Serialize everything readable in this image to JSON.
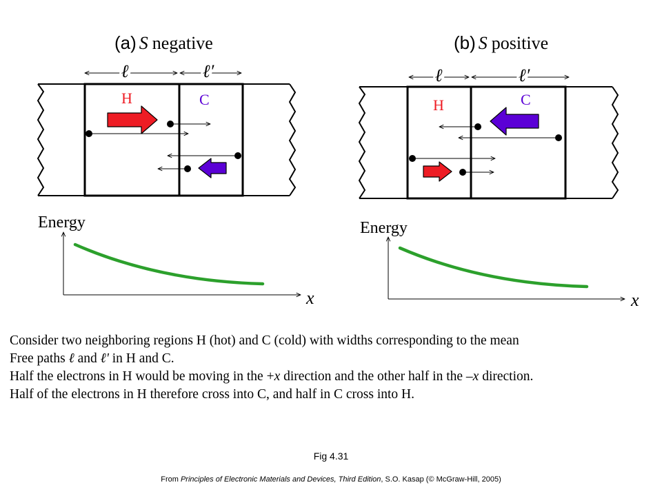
{
  "panels": [
    {
      "letter": "(a)",
      "symbol": "S",
      "word": "negative",
      "width_labels": [
        "ℓ",
        "ℓ′"
      ],
      "hot_label": "H",
      "cold_label": "C",
      "energy_label": "Energy",
      "x_label": "x"
    },
    {
      "letter": "(b)",
      "symbol": "S",
      "word": "positive",
      "width_labels": [
        "ℓ",
        "ℓ′"
      ],
      "hot_label": "H",
      "cold_label": "C",
      "energy_label": "Energy",
      "x_label": "x"
    }
  ],
  "colors": {
    "hot": "#ee1c24",
    "cold": "#5b00d6",
    "energy_curve": "#2ca02c",
    "line": "#000000"
  },
  "caption": {
    "line1": "Consider two neighboring regions H (hot) and C (cold) with widths corresponding to the mean",
    "line2_a": "Free paths ",
    "line2_l": "ℓ",
    "line2_b": " and ",
    "line2_lp": "ℓ'",
    "line2_c": " in H and C.",
    "line3_a": "Half the electrons in H would be moving in the +",
    "line3_x1": "x",
    "line3_b": " direction and the other half in the –",
    "line3_x2": "x",
    "line3_c": " direction.",
    "line4": "Half of the electrons in H therefore cross into C, and half in C cross into H."
  },
  "figure_label": "Fig 4.31",
  "source": {
    "prefix": "From ",
    "book": "Principles of Electronic Materials and Devices, Third Edition",
    "suffix": ", S.O. Kasap (© McGraw-Hill,  2005)"
  }
}
